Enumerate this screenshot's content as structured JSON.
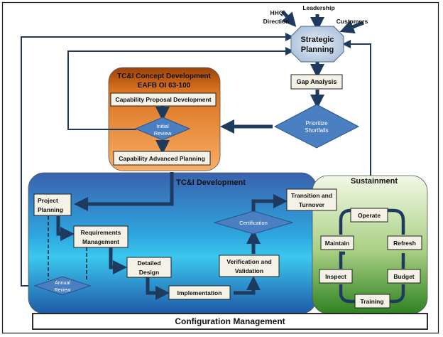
{
  "inputs": {
    "hhq": [
      "HHQ",
      "Direction"
    ],
    "leadership": "Leadership",
    "customers": "Customers"
  },
  "strategic_planning": [
    "Strategic",
    "Planning"
  ],
  "gap_analysis": "Gap Analysis",
  "prioritize": [
    "Prioritize",
    "Shortfalls"
  ],
  "concept": {
    "title": [
      "TC&I Concept Development",
      "EAFB OI 63-100"
    ],
    "proposal": "Capability Proposal Development",
    "initial_review": [
      "Initial",
      "Review"
    ],
    "advanced": "Capability Advanced Planning"
  },
  "development": {
    "title": "TC&I Development",
    "project_planning": [
      "Project",
      "Planning"
    ],
    "requirements": [
      "Requirements",
      "Management"
    ],
    "detailed_design": [
      "Detailed",
      "Design"
    ],
    "implementation": "Implementation",
    "verification": [
      "Verification and",
      "Validation"
    ],
    "certification": "Certification",
    "annual_review": [
      "Annual",
      "Review"
    ]
  },
  "transition": [
    "Transition and",
    "Turnover"
  ],
  "sustainment": {
    "title": "Sustainment",
    "operate": "Operate",
    "refresh": "Refresh",
    "budget": "Budget",
    "training": "Training",
    "inspect": "Inspect",
    "maintain": "Maintain"
  },
  "config_mgmt": "Configuration Management",
  "colors": {
    "arrow": "#1f3a5f",
    "diamond": "#4a7fc1",
    "orange_top": "#b8520f",
    "orange_bottom": "#f7a45c",
    "blue_dark": "#2f5fae",
    "blue_light": "#35c0ea",
    "green_top": "#eef6df",
    "green_bottom": "#3c8f28"
  }
}
